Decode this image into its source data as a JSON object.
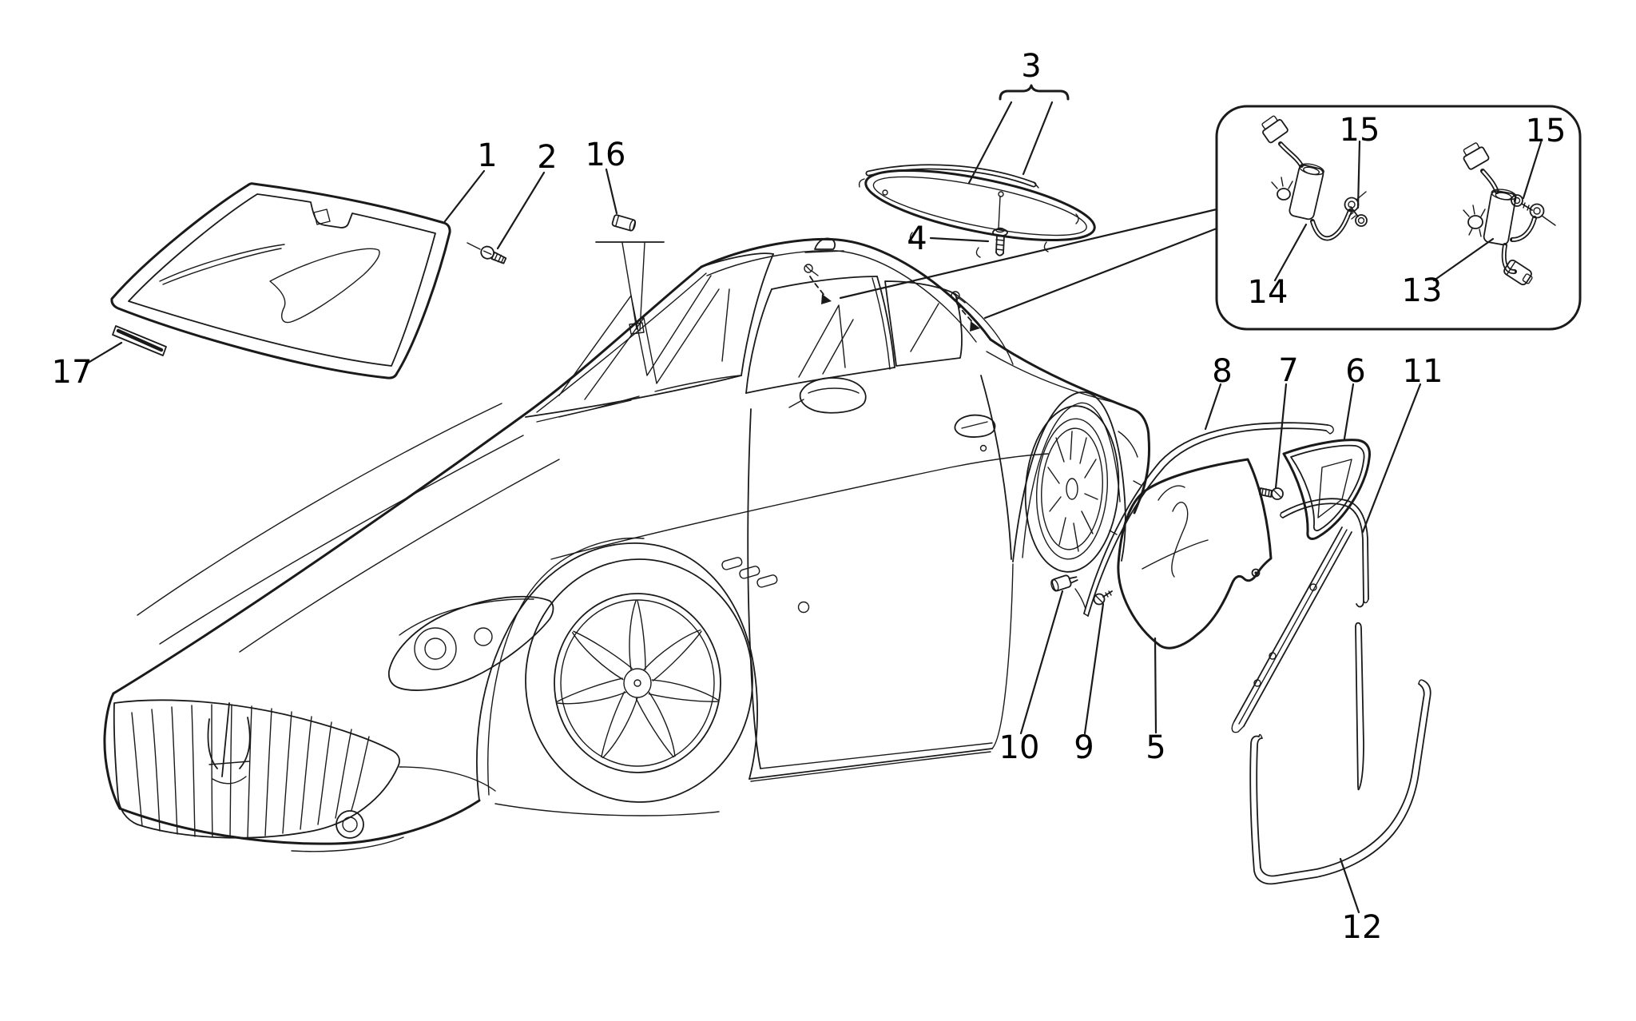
{
  "diagram": {
    "type": "exploded-parts-diagram",
    "background_color": "#ffffff",
    "line_color": "#1a1a1a",
    "callouts": {
      "c1": "1",
      "c2": "2",
      "c3": "3",
      "c4": "4",
      "c5": "5",
      "c6": "6",
      "c7": "7",
      "c8": "8",
      "c9": "9",
      "c10": "10",
      "c11": "11",
      "c12": "12",
      "c13": "13",
      "c14": "14",
      "c15_left": "15",
      "c15_right": "15",
      "c16": "16",
      "c17": "17"
    }
  }
}
